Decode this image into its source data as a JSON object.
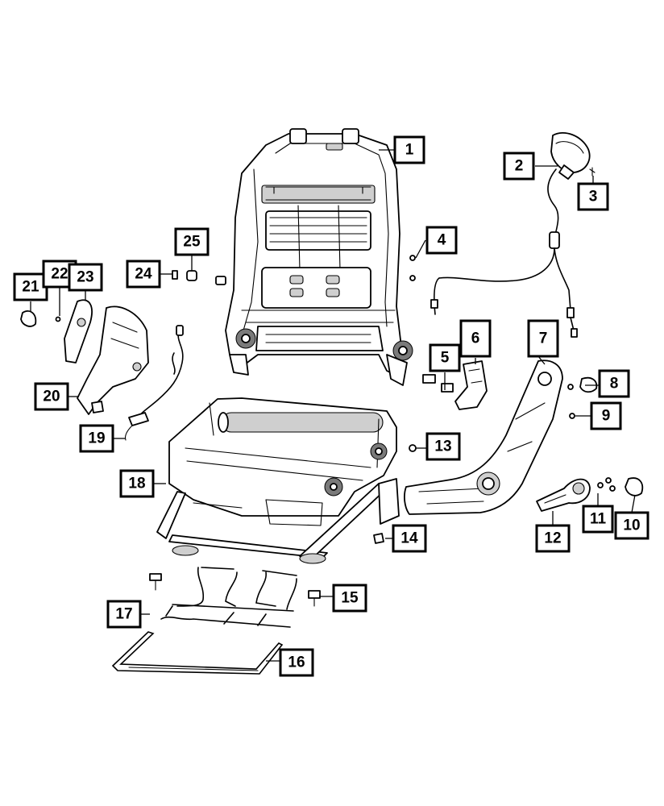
{
  "diagram": {
    "callouts": [
      {
        "id": "1",
        "label": "1"
      },
      {
        "id": "2",
        "label": "2"
      },
      {
        "id": "3",
        "label": "3"
      },
      {
        "id": "4",
        "label": "4"
      },
      {
        "id": "5",
        "label": "5"
      },
      {
        "id": "6",
        "label": "6"
      },
      {
        "id": "7",
        "label": "7"
      },
      {
        "id": "8",
        "label": "8"
      },
      {
        "id": "9",
        "label": "9"
      },
      {
        "id": "10",
        "label": "10"
      },
      {
        "id": "11",
        "label": "11"
      },
      {
        "id": "12",
        "label": "12"
      },
      {
        "id": "13",
        "label": "13"
      },
      {
        "id": "14",
        "label": "14"
      },
      {
        "id": "15",
        "label": "15"
      },
      {
        "id": "16",
        "label": "16"
      },
      {
        "id": "17",
        "label": "17"
      },
      {
        "id": "18",
        "label": "18"
      },
      {
        "id": "19",
        "label": "19"
      },
      {
        "id": "20",
        "label": "20"
      },
      {
        "id": "21",
        "label": "21"
      },
      {
        "id": "22",
        "label": "22"
      },
      {
        "id": "23",
        "label": "23"
      },
      {
        "id": "24",
        "label": "24"
      },
      {
        "id": "25",
        "label": "25"
      }
    ]
  },
  "colors": {
    "line": "#000000",
    "background": "#ffffff",
    "shade": "#cfcfcf"
  }
}
